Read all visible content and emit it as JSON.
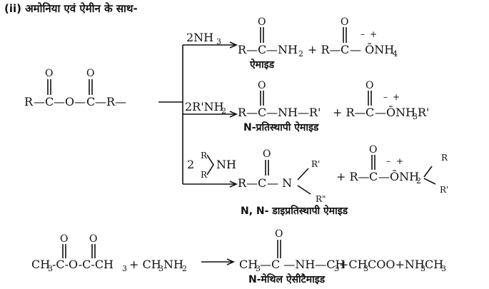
{
  "heading": "(ii) अमोनिया एवं ऐमीन के साथ-",
  "reagents": {
    "r1": "2NH",
    "r1_sub": "3",
    "r2": "2R'NH",
    "r2_sub": "2",
    "r3_coef": "2",
    "r3_r1": "R",
    "r3_r2": "R",
    "r3_nh": "NH"
  },
  "anhydride": {
    "r_left": "R",
    "bond1": "—",
    "c1": "C",
    "bridge": "—O—",
    "c2": "C",
    "r_right": "—R—",
    "oxygen": "O"
  },
  "product1": {
    "left": "R—",
    "c": "C",
    "right": "—NH",
    "right_sub": "2",
    "plus": "+ R—",
    "c2": "C",
    "ion": "— ŌNH",
    "ion_sub": "4",
    "charge_minus": "–",
    "charge_plus": "+",
    "oxygen": "O",
    "caption": "ऐमाइड"
  },
  "product2": {
    "left": "R—",
    "c": "C",
    "right": "—NH—R'",
    "plus": "+ R—",
    "c2": "C",
    "ion": "—ŌNH",
    "ion_sub": "3",
    "ion_tail": "R'",
    "charge_minus": "–",
    "charge_plus": "+",
    "oxygen": "O",
    "caption": "N-प्रतिस्थापी ऐमाइड"
  },
  "product3": {
    "left": "R—",
    "c": "C",
    "mid": "— N",
    "r1": "R'",
    "r2": "R\"",
    "plus": "+ R—",
    "c2": "C",
    "ion": "—ŌNH",
    "ion_sub": "2",
    "tail_r1": "R",
    "tail_r2": "R'",
    "charge_minus": "–",
    "charge_plus": "+",
    "oxygen": "O",
    "caption": "N, N- डाइप्रतिस्थापी ऐमाइड"
  },
  "example": {
    "reactant_a": "CH",
    "reactant_a_sub": "3",
    "reactant_a_mid": "-C-O-C-CH",
    "reactant_a_sub2": "3",
    "plus1": "+ CH",
    "amine_sub": "3",
    "amine_tail": "NH",
    "amine_sub2": "2",
    "product_a": "CH",
    "product_a_sub": "3",
    "product_a_mid": "—C —NH—CH",
    "product_a_sub2": "3",
    "plus2": "+CH",
    "acid_sub": "3",
    "acid_tail": "COO+NH",
    "salt_sub": "3",
    "salt_tail": "CH",
    "salt_sub2": "3",
    "oxygen": "O",
    "caption": "N-मेथिल ऐसीटैमाइड"
  }
}
